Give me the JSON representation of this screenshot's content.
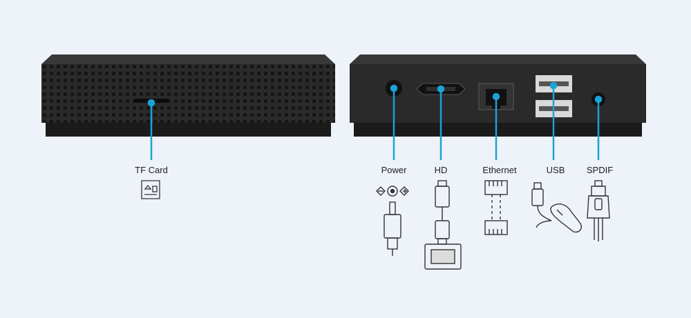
{
  "colors": {
    "background": "#eef2f9",
    "device_body": "#2a2a2a",
    "device_top": "#383838",
    "device_base": "#1b1b1b",
    "callout": "#1aa3d6",
    "icon_stroke": "#333333"
  },
  "views": {
    "front": {
      "ports": [
        {
          "id": "tf-card",
          "label": "TF Card",
          "icon": "sd-card-icon"
        }
      ]
    },
    "back": {
      "ports": [
        {
          "id": "power",
          "label": "Power",
          "icon": "dc-power-plug-icon"
        },
        {
          "id": "hd",
          "label": "HD",
          "icon": "hdmi-cable-display-icon"
        },
        {
          "id": "ethernet",
          "label": "Ethernet",
          "icon": "ethernet-cable-icon"
        },
        {
          "id": "usb",
          "label": "USB",
          "icon": "usb-mouse-icon"
        },
        {
          "id": "spdif",
          "label": "SPDIF",
          "icon": "optical-audio-cable-icon"
        }
      ]
    }
  }
}
